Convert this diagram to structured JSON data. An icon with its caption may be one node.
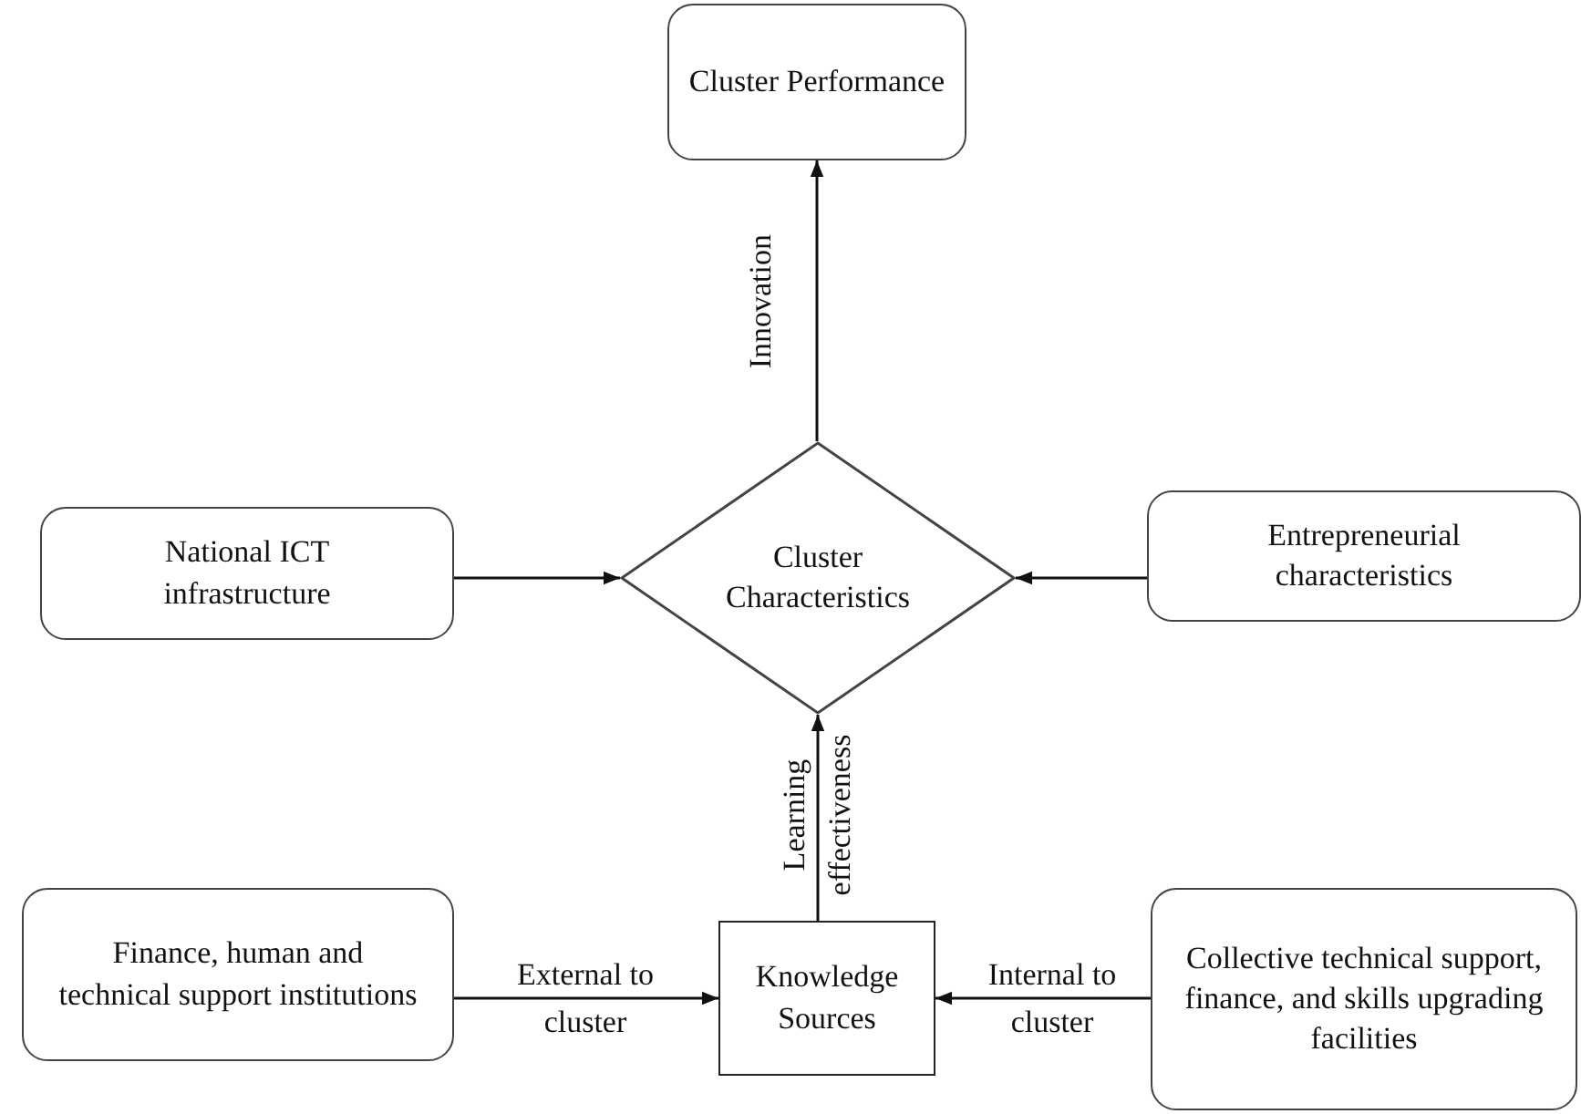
{
  "diagram": {
    "nodes": [
      {
        "text": [
          "Cluster Performance"
        ]
      },
      {
        "text": [
          "National ICT infrastructure"
        ]
      },
      {
        "text": [
          "Cluster Characteristics"
        ]
      },
      {
        "text": [
          "Entrepreneurial characteristics"
        ]
      },
      {
        "text": [
          "Finance, human and technical support institutions"
        ]
      },
      {
        "text": [
          "Knowledge Sources"
        ]
      },
      {
        "text": [
          "Collective technical support, finance, and skills upgrading facilities"
        ]
      }
    ],
    "edges": [
      {
        "from": 2,
        "to": 0,
        "arrow": "to",
        "label": "Innovation"
      },
      {
        "from": 1,
        "to": 2,
        "arrow": "to"
      },
      {
        "from": 3,
        "to": 2,
        "arrow": "to"
      },
      {
        "from": 5,
        "to": 2,
        "arrow": "to",
        "label": "Learning effectiveness"
      },
      {
        "from": 4,
        "to": 5,
        "arrow": "to",
        "label": "External to cluster"
      },
      {
        "from": 6,
        "to": 5,
        "arrow": "to",
        "label": "Internal to cluster"
      }
    ]
  }
}
